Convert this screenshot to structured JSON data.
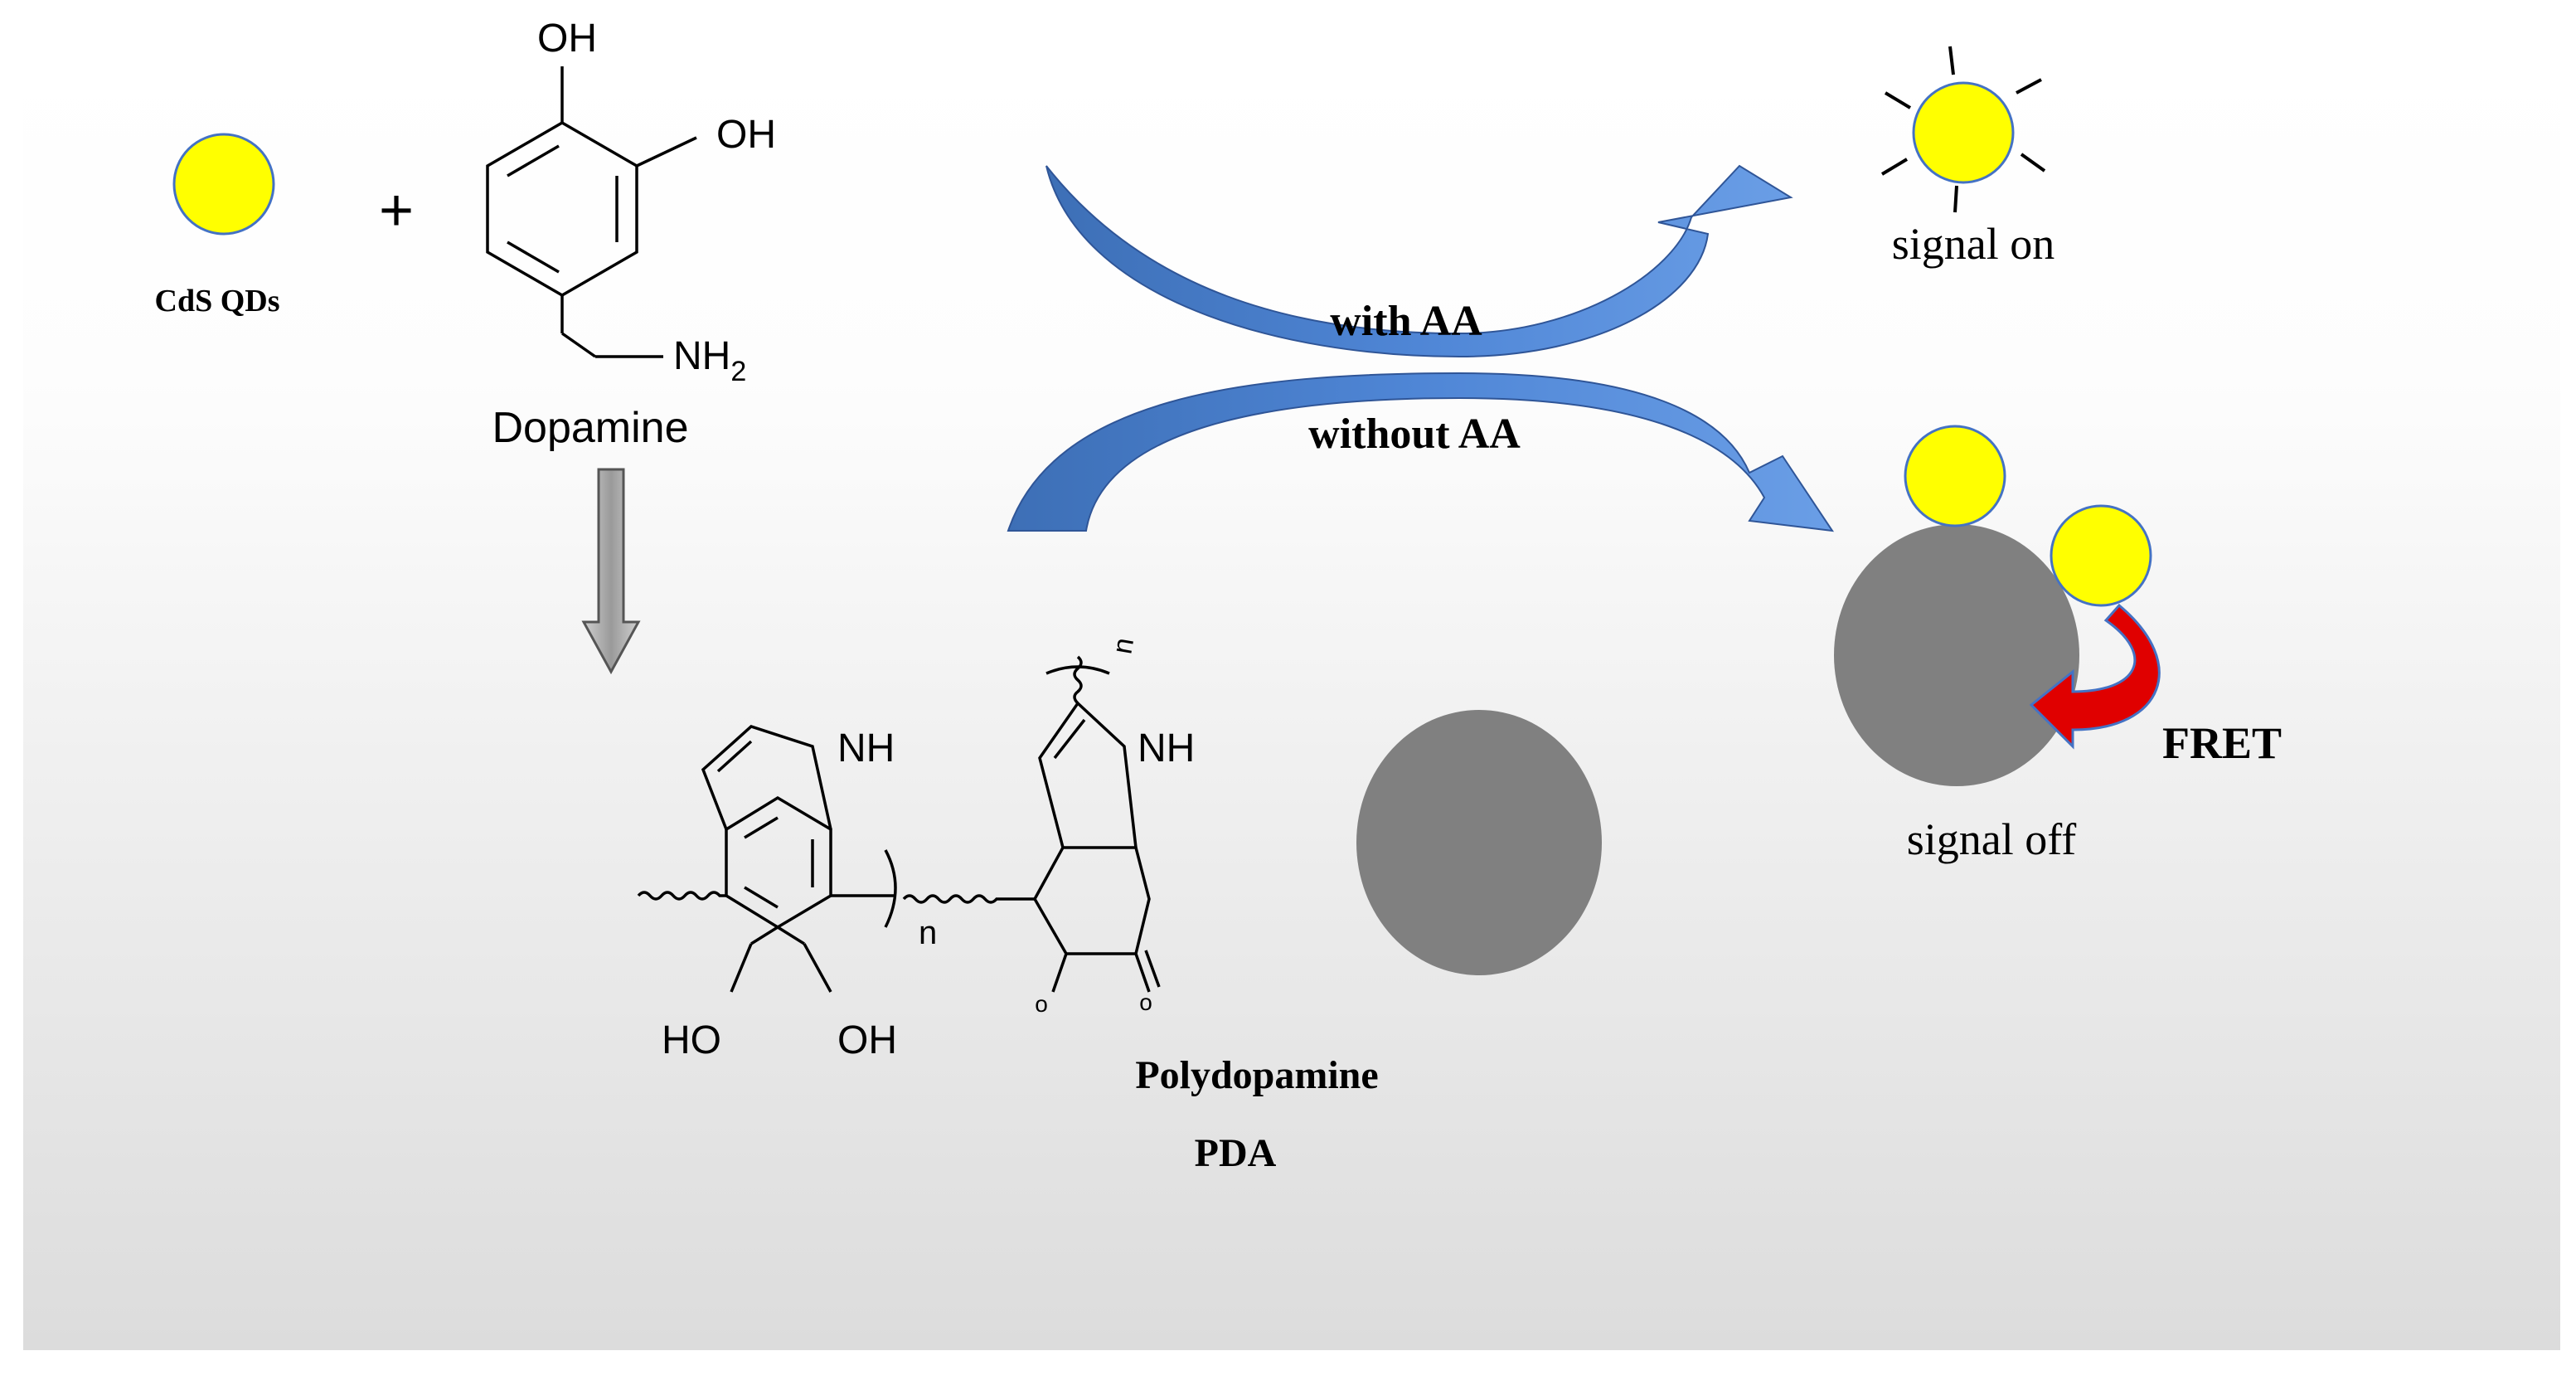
{
  "labels": {
    "cds_qds": "CdS QDs",
    "plus": "+",
    "oh_top": "OH",
    "oh_right": "OH",
    "nh2": "NH",
    "nh2_sub": "2",
    "dopamine": "Dopamine",
    "with_aa": "with AA",
    "without_aa": "without AA",
    "signal_on": "signal on",
    "signal_off": "signal off",
    "fret": "FRET",
    "nh_left": "NH",
    "nh_right": "NH",
    "n_left": "n",
    "n_top": "n",
    "ho": "HO",
    "oh_bottom": "OH",
    "o_left": "o",
    "o_right": "o",
    "polydopamine": "Polydopamine",
    "pda": "PDA"
  },
  "colors": {
    "quantum_dot": "#ffff00",
    "quantum_dot_outline": "#4472c4",
    "pda_particle": "#808080",
    "arrow_blue": "#4a7fcf",
    "fret_arrow": "#e00000",
    "process_arrow": "#a6a6a6"
  }
}
